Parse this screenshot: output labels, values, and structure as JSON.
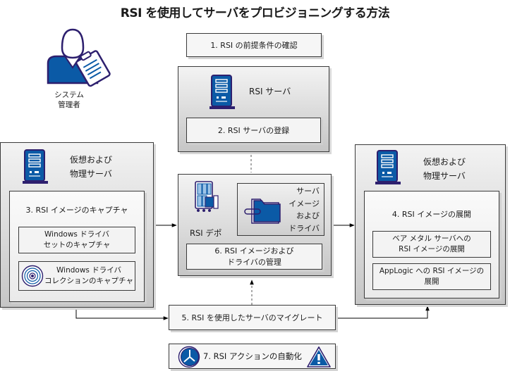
{
  "title": "RSI を使用してサーバをプロビジョニングする方法",
  "actor": {
    "label_line1": "システム",
    "label_line2": "管理者",
    "icon": "admin-with-clipboard-icon"
  },
  "steps": {
    "step1": "1. RSI の前提条件の確認",
    "step2": "2. RSI サーバの登録",
    "step3": "3. RSI イメージのキャプチャ",
    "step3a_line1": "Windows ドライバ",
    "step3a_line2": "セットのキャプチャ",
    "step3b_line1": "Windows ドライバ",
    "step3b_line2": "コレクションのキャプチャ",
    "step4": "4. RSI イメージの展開",
    "step4a_line1": "ベア メタル サーバへの",
    "step4a_line2": "RSI イメージの展開",
    "step4b_line1": "AppLogic への RSI イメージの",
    "step4b_line2": "展開",
    "step5": "5. RSI を使用したサーバのマイグレート",
    "step6_line1": "6. RSI イメージおよび",
    "step6_line2": "ドライバの管理",
    "step7": "7. RSI アクションの自動化"
  },
  "groups": {
    "rsi_server": {
      "label": "RSI サーバ",
      "icon": "server-icon"
    },
    "source_servers": {
      "label_line1": "仮想および",
      "label_line2": "物理サーバ",
      "icon": "server-icon"
    },
    "target_servers": {
      "label_line1": "仮想および",
      "label_line2": "物理サーバ",
      "icon": "server-icon"
    },
    "rsi_depot": {
      "label": "RSI デポ",
      "icon": "depot-rack-icon",
      "store_label_lines": [
        "サーバ",
        "イメージ",
        "および",
        "ドライバ"
      ],
      "store_icon": "folder-icon"
    }
  },
  "icons": {
    "disc": "disc-icon",
    "clock": "clock-icon",
    "warning": "warning-icon"
  },
  "colors": {
    "icon_blue": "#0b5aa6",
    "icon_outline": "#2d1f6e",
    "border": "#3a3a3a"
  }
}
